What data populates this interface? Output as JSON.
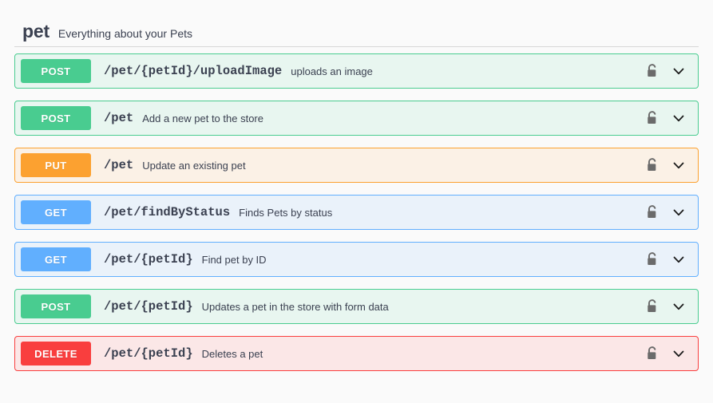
{
  "tag": {
    "name": "pet",
    "description": "Everything about your Pets"
  },
  "colors": {
    "post": "#49cc90",
    "put": "#fca130",
    "get": "#61affe",
    "delete": "#f93e3e",
    "post_bg": "#e8f6f0",
    "put_bg": "#fbf1e6",
    "get_bg": "#eaf2fa",
    "delete_bg": "#fbe7e7",
    "page_bg": "#fafafa",
    "text": "#3b4151",
    "lock": "#6b6b6b",
    "divider": "#d8d8d8"
  },
  "icons": {
    "lock": "unlock-icon",
    "expand": "chevron-down-icon"
  },
  "operations": [
    {
      "method": "POST",
      "path": "/pet/{petId}/uploadImage",
      "summary": "uploads an image",
      "lock_icon": "unlock-icon",
      "expand_icon": "chevron-down-icon"
    },
    {
      "method": "POST",
      "path": "/pet",
      "summary": "Add a new pet to the store",
      "lock_icon": "unlock-icon",
      "expand_icon": "chevron-down-icon"
    },
    {
      "method": "PUT",
      "path": "/pet",
      "summary": "Update an existing pet",
      "lock_icon": "unlock-icon",
      "expand_icon": "chevron-down-icon"
    },
    {
      "method": "GET",
      "path": "/pet/findByStatus",
      "summary": "Finds Pets by status",
      "lock_icon": "unlock-icon",
      "expand_icon": "chevron-down-icon"
    },
    {
      "method": "GET",
      "path": "/pet/{petId}",
      "summary": "Find pet by ID",
      "lock_icon": "unlock-icon",
      "expand_icon": "chevron-down-icon"
    },
    {
      "method": "POST",
      "path": "/pet/{petId}",
      "summary": "Updates a pet in the store with form data",
      "lock_icon": "unlock-icon",
      "expand_icon": "chevron-down-icon"
    },
    {
      "method": "DELETE",
      "path": "/pet/{petId}",
      "summary": "Deletes a pet",
      "lock_icon": "unlock-icon",
      "expand_icon": "chevron-down-icon"
    }
  ]
}
